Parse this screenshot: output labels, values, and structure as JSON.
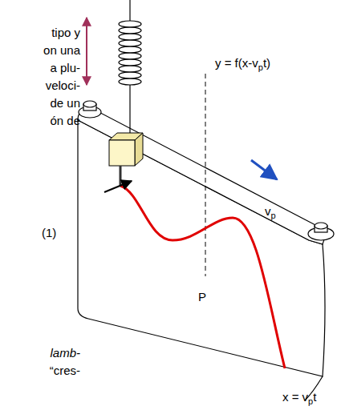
{
  "diagram": {
    "labels": [
      "tipo y",
      "on una",
      "a plu-",
      "veloci-",
      "de un",
      "ón de",
      "(1)",
      "lamb-",
      "“cres-",
      "y = f(x-v",
      "p",
      "t)",
      "v",
      "p",
      "P",
      "x = v",
      "p",
      "t"
    ]
  }
}
